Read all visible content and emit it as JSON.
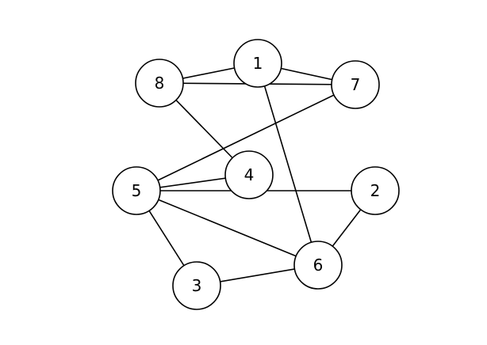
{
  "graph": {
    "nodes": [
      {
        "id": "1",
        "label": "1"
      },
      {
        "id": "2",
        "label": "2"
      },
      {
        "id": "3",
        "label": "3"
      },
      {
        "id": "4",
        "label": "4"
      },
      {
        "id": "5",
        "label": "5"
      },
      {
        "id": "6",
        "label": "6"
      },
      {
        "id": "7",
        "label": "7"
      },
      {
        "id": "8",
        "label": "8"
      }
    ],
    "edges": [
      [
        "8",
        "1"
      ],
      [
        "8",
        "7"
      ],
      [
        "1",
        "7"
      ],
      [
        "1",
        "6"
      ],
      [
        "8",
        "4"
      ],
      [
        "7",
        "5"
      ],
      [
        "5",
        "4"
      ],
      [
        "5",
        "2"
      ],
      [
        "5",
        "6"
      ],
      [
        "5",
        "3"
      ],
      [
        "3",
        "6"
      ],
      [
        "6",
        "2"
      ]
    ]
  }
}
